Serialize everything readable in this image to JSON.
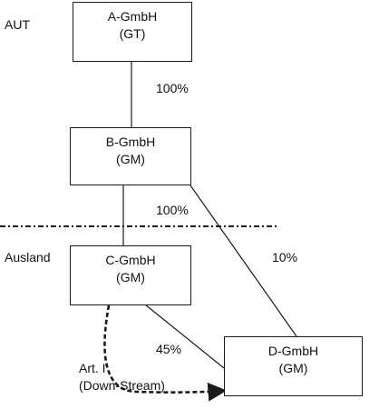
{
  "regions": {
    "upper": "AUT",
    "lower": "Ausland"
  },
  "entities": {
    "a": {
      "name": "A-GmbH",
      "type": "(GT)"
    },
    "b": {
      "name": "B-GmbH",
      "type": "(GM)"
    },
    "c": {
      "name": "C-GmbH",
      "type": "(GM)"
    },
    "d": {
      "name": "D-GmbH",
      "type": "(GM)"
    }
  },
  "edges": {
    "a_b": "100%",
    "b_c": "100%",
    "b_d": "10%",
    "c_d": "45%"
  },
  "transfer": {
    "line1": "Art. I",
    "line2": "(Down-Stream)"
  },
  "colors": {
    "line": "#1a1a1a",
    "box_border": "#1a1a1a",
    "background": "#ffffff"
  }
}
